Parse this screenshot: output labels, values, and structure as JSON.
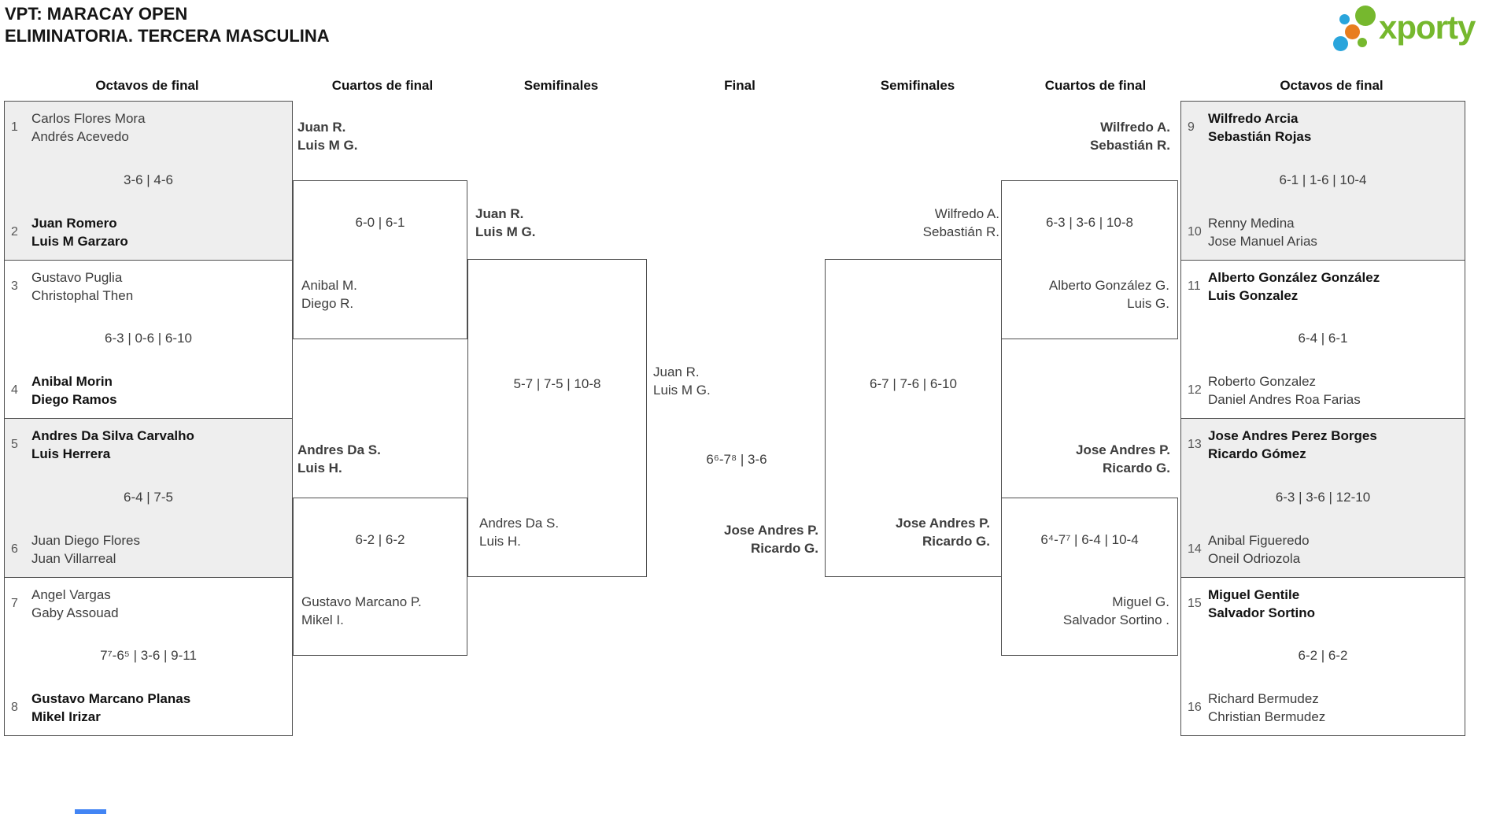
{
  "title": {
    "line1": "VPT: MARACAY OPEN",
    "line2": "ELIMINATORIA. TERCERA MASCULINA"
  },
  "logo": {
    "brand": "xporty"
  },
  "colors": {
    "brand_green": "#76b82e",
    "dot_blue": "#2aa5dc",
    "dot_orange": "#e87d1e",
    "box_shade": "#eeeeee",
    "box_border": "#4f4f4f",
    "bottom_bar_blue": "#4285f4"
  },
  "rounds": {
    "r1": "Octavos de final",
    "r2": "Cuartos de final",
    "r3": "Semifinales",
    "r4": "Final",
    "r5": "Semifinales",
    "r6": "Cuartos de final",
    "r7": "Octavos de final"
  },
  "octavos_left": [
    {
      "top_seed": "1",
      "top_team": [
        "Carlos Flores Mora",
        "Andrés Acevedo"
      ],
      "top_winner": false,
      "score": "3-6 | 4-6",
      "bottom_seed": "2",
      "bottom_team": [
        "Juan Romero",
        "Luis M Garzaro"
      ],
      "bottom_winner": true
    },
    {
      "top_seed": "3",
      "top_team": [
        "Gustavo Puglia",
        "Christophal Then"
      ],
      "top_winner": false,
      "score": "6-3 | 0-6 | 6-10",
      "bottom_seed": "4",
      "bottom_team": [
        "Anibal Morin",
        "Diego Ramos"
      ],
      "bottom_winner": true
    },
    {
      "top_seed": "5",
      "top_team": [
        "Andres Da Silva Carvalho",
        "Luis Herrera"
      ],
      "top_winner": true,
      "score": "6-4 | 7-5",
      "bottom_seed": "6",
      "bottom_team": [
        "Juan Diego Flores",
        "Juan Villarreal"
      ],
      "bottom_winner": false
    },
    {
      "top_seed": "7",
      "top_team": [
        "Angel Vargas",
        "Gaby Assouad"
      ],
      "top_winner": false,
      "score": "7⁷-6⁵ | 3-6 | 9-11",
      "bottom_seed": "8",
      "bottom_team": [
        "Gustavo Marcano Planas",
        "Mikel Irizar"
      ],
      "bottom_winner": true
    }
  ],
  "octavos_right": [
    {
      "top_seed": "9",
      "top_team": [
        "Wilfredo Arcia",
        "Sebastián Rojas"
      ],
      "top_winner": true,
      "score": "6-1 | 1-6 | 10-4",
      "bottom_seed": "10",
      "bottom_team": [
        "Renny Medina",
        "Jose Manuel Arias"
      ],
      "bottom_winner": false
    },
    {
      "top_seed": "11",
      "top_team": [
        "Alberto González González",
        "Luis Gonzalez"
      ],
      "top_winner": true,
      "score": "6-4 | 6-1",
      "bottom_seed": "12",
      "bottom_team": [
        "Roberto Gonzalez",
        "Daniel Andres Roa Farias"
      ],
      "bottom_winner": false
    },
    {
      "top_seed": "13",
      "top_team": [
        "Jose Andres Perez Borges",
        "Ricardo Gómez"
      ],
      "top_winner": true,
      "score": "6-3 | 3-6 | 12-10",
      "bottom_seed": "14",
      "bottom_team": [
        "Anibal Figueredo",
        "Oneil Odriozola"
      ],
      "bottom_winner": false
    },
    {
      "top_seed": "15",
      "top_team": [
        "Miguel Gentile",
        "Salvador Sortino"
      ],
      "top_winner": true,
      "score": "6-2 | 6-2",
      "bottom_seed": "16",
      "bottom_team": [
        "Richard Bermudez",
        "Christian Bermudez"
      ],
      "bottom_winner": false
    }
  ],
  "cuartos_left": [
    {
      "top_label": [
        "Juan R.",
        "Luis M G."
      ],
      "top_bold": true,
      "score": "6-0 | 6-1",
      "bottom_label": [
        "Anibal M.",
        "Diego R."
      ],
      "bottom_bold": false
    },
    {
      "top_label": [
        "Andres Da S.",
        "Luis H."
      ],
      "top_bold": true,
      "score": "6-2 | 6-2",
      "bottom_label": [
        "Gustavo Marcano P.",
        "Mikel I."
      ],
      "bottom_bold": false
    }
  ],
  "cuartos_right": [
    {
      "top_label": [
        "Wilfredo A.",
        "Sebastián R."
      ],
      "top_bold": true,
      "score": "6-3 | 3-6 | 10-8",
      "bottom_label": [
        "Alberto González G.",
        "Luis G."
      ],
      "bottom_bold": false
    },
    {
      "top_label": [
        "Jose Andres P.",
        "Ricardo G."
      ],
      "top_bold": true,
      "score": "6⁴-7⁷ | 6-4 | 10-4",
      "bottom_label": [
        "Miguel G.",
        "Salvador Sortino ."
      ],
      "bottom_bold": false
    }
  ],
  "semifinal_left": {
    "top_label": [
      "Juan R.",
      "Luis M G."
    ],
    "top_bold": true,
    "score": "5-7 | 7-5 | 10-8",
    "bottom_label": [
      "Andres Da S.",
      "Luis H."
    ],
    "bottom_bold": false
  },
  "semifinal_right": {
    "top_label": [
      "Wilfredo A.",
      "Sebastián R."
    ],
    "top_bold": false,
    "score": "6-7 | 7-6 | 6-10",
    "bottom_label": [
      "Jose Andres P.",
      "Ricardo G."
    ],
    "bottom_bold": true
  },
  "final": {
    "left_label": [
      "Juan R.",
      "Luis M G."
    ],
    "left_bold": false,
    "score": "6⁶-7⁸ | 3-6",
    "right_label": [
      "Jose Andres P.",
      "Ricardo G."
    ],
    "right_bold": true
  }
}
